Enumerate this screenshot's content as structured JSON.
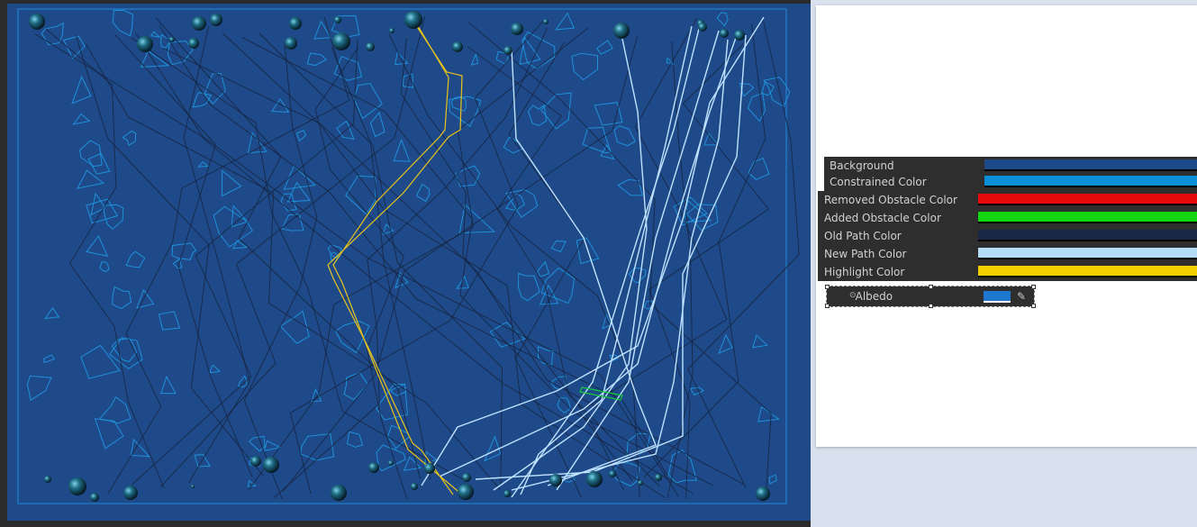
{
  "colors": {
    "scene_background": "#1f4a8a",
    "boundary": "#1f8ad6",
    "obstacle": "#1e90d8",
    "old_path": "#15233d",
    "new_path": "#bfe3ff",
    "highlight": "#e8c41a",
    "added_obstacle": "#14c83c"
  },
  "inspector": {
    "rows": [
      {
        "label": "Background",
        "color": "#1f4a8a"
      },
      {
        "label": "Constrained Color",
        "color": "#0b8fd6"
      },
      {
        "label": "Removed Obstacle Color",
        "color": "#e60a0a"
      },
      {
        "label": "Added Obstacle Color",
        "color": "#12d610"
      },
      {
        "label": "Old Path Color",
        "color": "#182845"
      },
      {
        "label": "New Path Color",
        "color": "#b5ddf7"
      },
      {
        "label": "Highlight Color",
        "color": "#f5d000"
      }
    ],
    "albedo": {
      "label": "Albedo",
      "color": "#1e78d0",
      "target_icon": "target-icon",
      "picker_icon": "eyedropper-icon"
    }
  }
}
